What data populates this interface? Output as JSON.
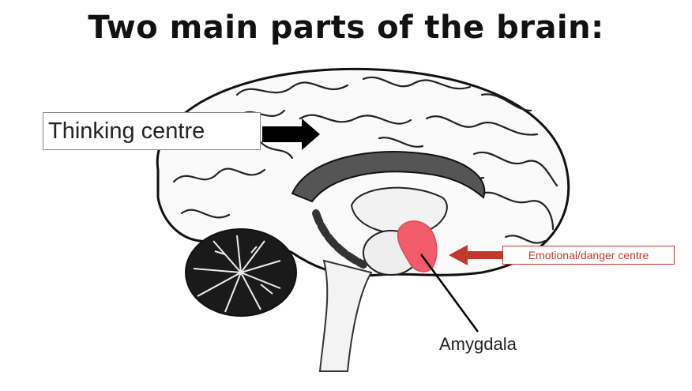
{
  "title": "Two main parts of the brain:",
  "labels": {
    "thinking": "Thinking centre",
    "emotional": "Emotional/danger centre",
    "amygdala": "Amygdala"
  },
  "colors": {
    "amygdala_fill": "#f25c6a",
    "emotional_accent": "#c0392b",
    "arrow_dark": "#000000"
  }
}
